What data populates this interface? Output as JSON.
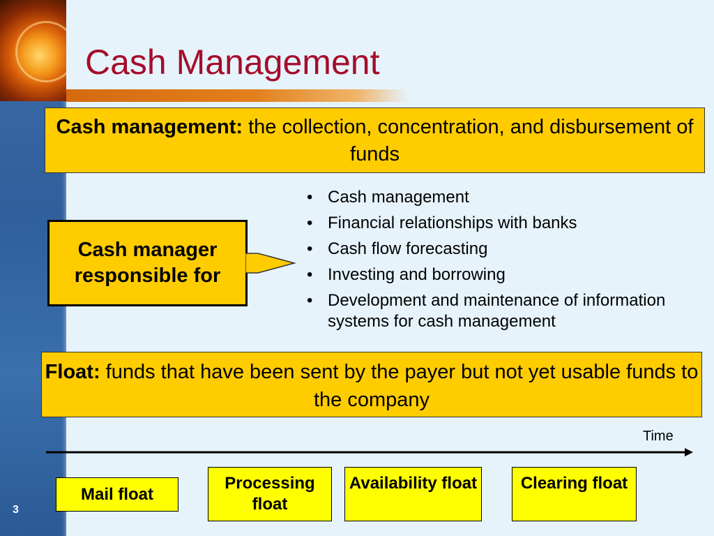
{
  "slide": {
    "title": "Cash Management",
    "page_number": "3"
  },
  "definition_cash_management": {
    "term": "Cash management:",
    "definition": " the collection, concentration, and disbursement of funds"
  },
  "callout": {
    "line1": "Cash manager",
    "line2": "responsible for"
  },
  "responsibilities": [
    "Cash management",
    "Financial relationships with banks",
    "Cash flow forecasting",
    "Investing and borrowing",
    "Development and maintenance of information systems for cash management"
  ],
  "definition_float": {
    "term": "Float:",
    "definition": " funds that have been sent by the payer but not yet usable funds to the company"
  },
  "timeline": {
    "label": "Time",
    "stages": [
      "Mail float",
      "Processing float",
      "Availability float",
      "Clearing float"
    ]
  },
  "colors": {
    "title": "#a50d2b",
    "box_fill": "#ffcc00",
    "stage_fill": "#ffff00",
    "background": "#e6f3fb"
  }
}
